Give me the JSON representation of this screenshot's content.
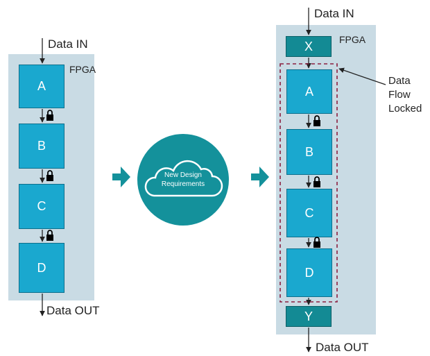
{
  "left": {
    "data_in": "Data IN",
    "fpga": "FPGA",
    "blocks": [
      "A",
      "B",
      "C",
      "D"
    ],
    "data_out": "Data OUT"
  },
  "center": {
    "cloud_line1": "New Design",
    "cloud_line2": "Requirements"
  },
  "right": {
    "data_in": "Data IN",
    "fpga": "FPGA",
    "block_x": "X",
    "blocks": [
      "A",
      "B",
      "C",
      "D"
    ],
    "block_y": "Y",
    "locked_label": [
      "Data",
      "Flow",
      "Locked"
    ],
    "data_out": "Data OUT"
  },
  "colors": {
    "panel": "#c9dbe4",
    "block": "#1aa8cf",
    "small_block": "#138a94",
    "circle": "#14919b",
    "lock_outline": "#8b1f3f"
  }
}
